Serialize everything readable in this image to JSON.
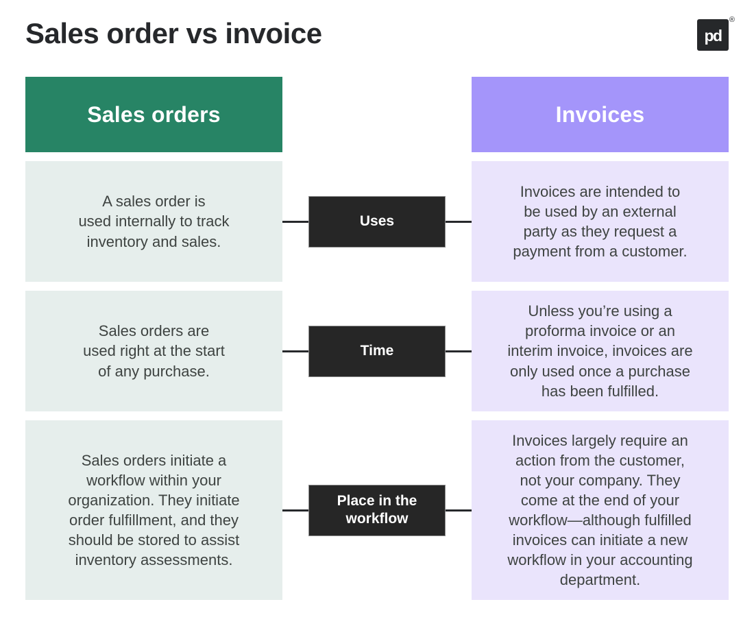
{
  "page": {
    "title": "Sales order vs invoice"
  },
  "logo": {
    "text": "pd",
    "registered": "®"
  },
  "colors": {
    "title_text": "#26282b",
    "header_green": "#278465",
    "header_purple": "#a495fa",
    "cell_light_green": "#e6eeec",
    "cell_light_purple": "#eae4fc",
    "label_dark": "#262626",
    "connector": "#26282b",
    "cell_text": "#3e4341"
  },
  "columns": {
    "left_header": "Sales orders",
    "right_header": "Invoices"
  },
  "rows": [
    {
      "label": "Uses",
      "left": "A sales order is\nused internally to track\ninventory and sales.",
      "right": "Invoices are intended to\nbe used by an external\nparty as they request a\npayment from a customer."
    },
    {
      "label": "Time",
      "left": "Sales orders are\nused right at the start\nof any purchase.",
      "right": "Unless you’re using a\nproforma invoice or an\ninterim invoice, invoices are\nonly used once a purchase\nhas been fulfilled."
    },
    {
      "label": "Place in the\nworkflow",
      "left": "Sales orders initiate a\nworkflow within your\norganization. They initiate\norder fulfillment, and they\nshould be stored to assist\ninventory assessments.",
      "right": "Invoices largely require an\naction from the customer,\nnot your company. They\ncome at the end of your\nworkflow—although fulfilled\ninvoices can initiate a new\nworkflow in your accounting\ndepartment."
    }
  ]
}
